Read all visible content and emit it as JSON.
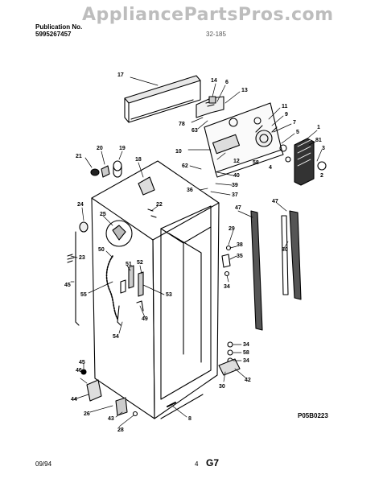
{
  "header": {
    "watermark": "AppliancePartsPros.com",
    "publication_label": "Publication No.",
    "publication_number": "5995267457",
    "model_fragment": "32-185"
  },
  "footer": {
    "date": "09/94",
    "page_number": "4",
    "section_code": "G7",
    "diagram_code": "P05B0223"
  },
  "callouts": [
    "17",
    "14",
    "6",
    "13",
    "78",
    "63",
    "11",
    "9",
    "7",
    "5",
    "1",
    "81",
    "3",
    "4",
    "58",
    "12",
    "10",
    "62",
    "40",
    "39",
    "36",
    "37",
    "21",
    "20",
    "19",
    "18",
    "22",
    "2",
    "24",
    "25",
    "23",
    "50",
    "51",
    "52",
    "53",
    "55",
    "49",
    "54",
    "45",
    "47",
    "47",
    "29",
    "38",
    "35",
    "34",
    "80",
    "34",
    "58",
    "34",
    "42",
    "30",
    "46",
    "44",
    "26",
    "43",
    "28",
    "8",
    "45"
  ]
}
